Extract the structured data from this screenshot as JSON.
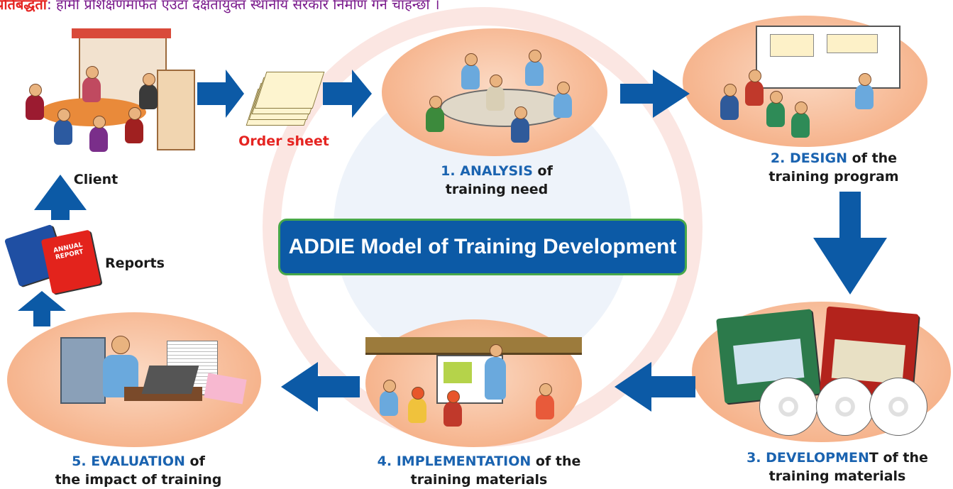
{
  "header_text": {
    "head": "प्रतिबद्धता",
    "rest": ": हामी प्रशिक्षणमार्फत एउटा दक्षतायुक्त स्थानीय सरकार निर्माण गर्न चाहन्छौं ।"
  },
  "title": "ADDIE Model of Training Development",
  "client_label": "Client",
  "order_sheet_label": "Order sheet",
  "reports_label": "Reports",
  "analysis": {
    "num": "1.",
    "word": "ANALYSIS",
    "rest": "of",
    "line2": "training need"
  },
  "design": {
    "num": "2.",
    "word": "DESIGN",
    "rest": "of the",
    "line2": "training program"
  },
  "development": {
    "num": "3.",
    "word": "DEVELOPMEN",
    "rest": "T of the",
    "line2": "training materials"
  },
  "implementation": {
    "num": "4.",
    "word": "IMPLEMENTATION",
    "rest": "of the",
    "line2": "training materials"
  },
  "evaluation": {
    "num": "5.",
    "word": "EVALUATION",
    "rest": "of",
    "line2": "the impact of training"
  },
  "book_labels": {
    "annual_report": "ANNUAL REPORT"
  },
  "colors": {
    "arrow": "#0c5aa6",
    "title_bg": "#0c5aa6",
    "title_border": "#47a84a",
    "accent_red": "#e52421",
    "accent_blue": "#1a63b0",
    "oval": "#f6b48d"
  }
}
